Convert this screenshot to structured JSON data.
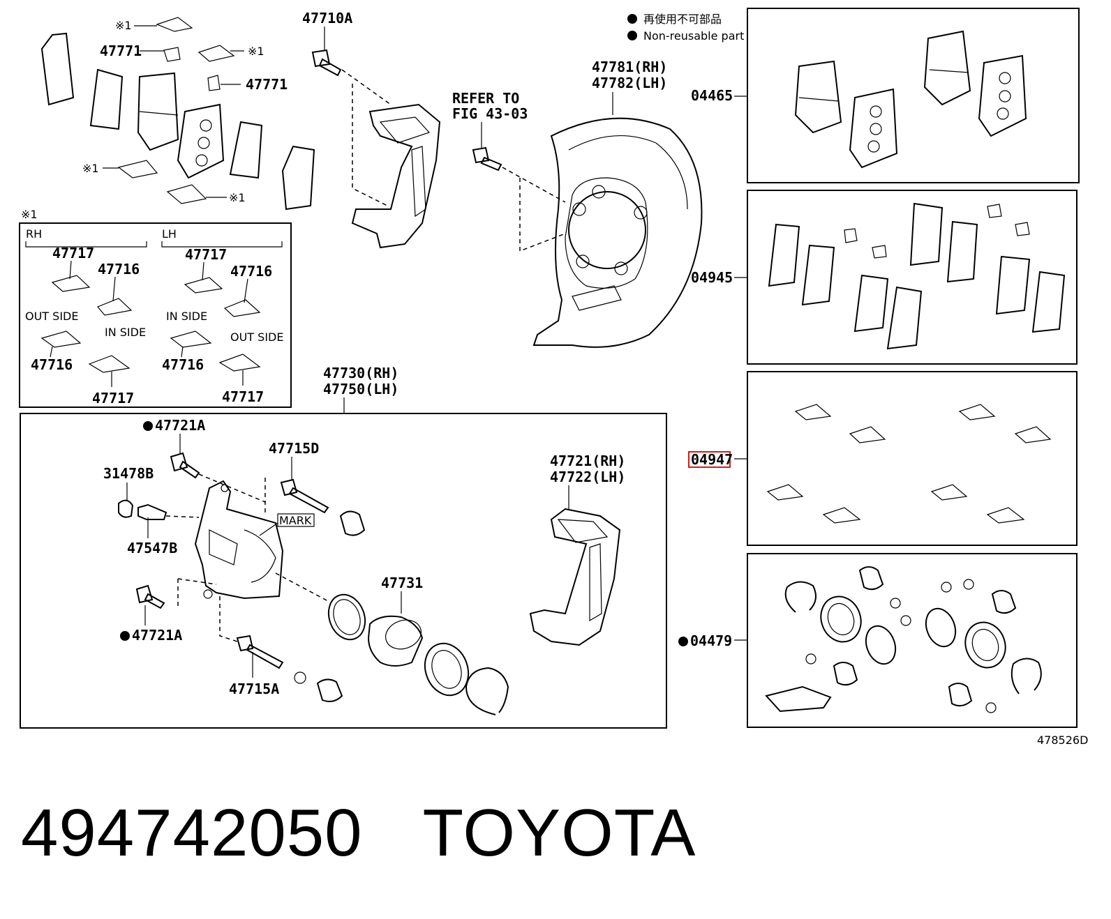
{
  "legend": {
    "jp": "再使用不可部品",
    "en": "Non-reusable part"
  },
  "asterisk": "※1",
  "fig_ref": {
    "line1": "REFER TO",
    "line2": "FIG 43-03"
  },
  "figure_code": "478526D",
  "parts": {
    "p47710A": "47710A",
    "p47771a": "47771",
    "p47771b": "47771",
    "p47781": "47781(RH)",
    "p47782": "47782(LH)",
    "p47730": "47730(RH)",
    "p47750": "47750(LH)",
    "p47721A_top": "47721A",
    "p47715D": "47715D",
    "p31478B": "31478B",
    "p47547B": "47547B",
    "mark": "MARK",
    "p47721A_bot": "47721A",
    "p47715A": "47715A",
    "p47731": "47731",
    "p47721": "47721(RH)",
    "p47722": "47722(LH)",
    "kit04465": "04465",
    "kit04945": "04945",
    "kit04947": "04947",
    "kit04479": "04479"
  },
  "inset": {
    "rh": "RH",
    "lh": "LH",
    "rh_47717_top": "47717",
    "rh_47716_top": "47716",
    "lh_47717_top": "47717",
    "lh_47716_top": "47716",
    "out_side_l": "OUT SIDE",
    "in_side_l": "IN SIDE",
    "in_side_r": "IN SIDE",
    "out_side_r": "OUT SIDE",
    "rh_47716_bot": "47716",
    "rh_47717_bot": "47717",
    "lh_47716_bot": "47716",
    "lh_47717_bot": "47717"
  },
  "footer": {
    "part_number": "494742050",
    "brand": "TOYOTA"
  },
  "colors": {
    "highlight": "#d41c1c",
    "ink": "#000000"
  }
}
